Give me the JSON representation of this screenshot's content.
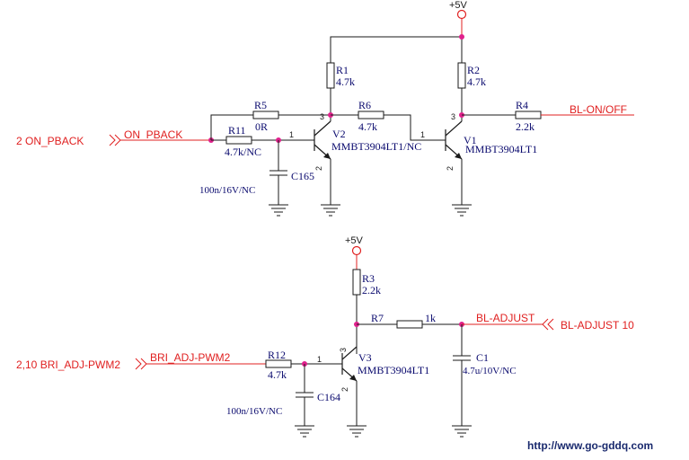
{
  "power": {
    "top_label": "+5V",
    "mid_label": "+5V"
  },
  "ports": {
    "on_pback": "2  ON_PBACK",
    "bri_adj_pwm2": "2,10  BRI_ADJ-PWM2",
    "bl_adjust": "BL-ADJUST  10"
  },
  "nets": {
    "on_pback": "ON_PBACK",
    "bl_on_off": "BL-ON/OFF",
    "bri_adj_pwm2": "BRI_ADJ-PWM2",
    "bl_adjust": "BL-ADJUST"
  },
  "components": {
    "r1": {
      "ref": "R1",
      "value": "4.7k"
    },
    "r2": {
      "ref": "R2",
      "value": "4.7k"
    },
    "r3": {
      "ref": "R3",
      "value": "2.2k"
    },
    "r4": {
      "ref": "R4",
      "value": "2.2k"
    },
    "r5": {
      "ref": "R5",
      "value": "0R"
    },
    "r6": {
      "ref": "R6",
      "value": "4.7k"
    },
    "r7": {
      "ref": "R7",
      "value": "1k"
    },
    "r11": {
      "ref": "R11",
      "value": "4.7k/NC"
    },
    "r12": {
      "ref": "R12",
      "value": "4.7k"
    },
    "c1": {
      "ref": "C1",
      "value": "4.7u/10V/NC"
    },
    "c164": {
      "ref": "C164",
      "value": "100n/16V/NC"
    },
    "c165": {
      "ref": "C165",
      "value": "100n/16V/NC"
    },
    "v1": {
      "ref": "V1",
      "part": "MMBT3904LT1"
    },
    "v2": {
      "ref": "V2",
      "part": "MMBT3904LT1/NC"
    },
    "v3": {
      "ref": "V3",
      "part": "MMBT3904LT1"
    }
  },
  "pins": {
    "one": "1",
    "two": "2",
    "three": "3"
  },
  "watermark": "http://www.go-gddq.com"
}
